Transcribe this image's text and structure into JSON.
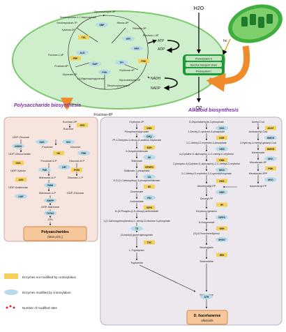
{
  "chloroplast": {
    "top_label": "H2O",
    "bottom_label": "O2",
    "light_label": "hv",
    "atp": "ATP",
    "adp": "ADP",
    "nadh": "NADH",
    "nadp": "NADP",
    "ps2": "Photosystem II",
    "etc": "Electron transport chain",
    "ps1": "Photosystem I",
    "cycle_metabolites": [
      "Glyceraldehyde-3P",
      "Sedoheptulose-1,7-bisphosphate",
      "Sedoheptulose-7P",
      "Xylulose-5P",
      "Ribose-5P",
      "Ribulose-5P",
      "Ribulose-1,5P",
      "Glycerate-3P",
      "1,3-Bisphosphoglycerate",
      "Fructose-1,6P",
      "Fructose-6P",
      "Erythrose-4P",
      "Glyceraldehyde-3P",
      "Dihydroxyacetone-P"
    ],
    "cycle_enzymes": [
      "TKL",
      "SBP",
      "RPI",
      "RPE",
      "PRK",
      "ALD",
      "PGK",
      "TPI",
      "FBP",
      "GAP"
    ]
  },
  "sections": {
    "poly_title": "Polysaccharide biosynthesis",
    "alk_title": "Alkaloid biosynthesis",
    "fructose6p": "Fructose-6P"
  },
  "poly": {
    "nodes": [
      "Sucrose-6P",
      "Sucrose",
      "UDP-Glucose",
      "Fructose",
      "Glucose",
      "UDP-Glucuronate",
      "Fructose-6-P",
      "Glucose-6-P",
      "UDP-Xylose",
      "Mannose-6-P",
      "Glucose-1-P",
      "UDP-Arabinose",
      "Mannose-1-P",
      "GDP-Glucose",
      "GDP-Mannose",
      "GTs"
    ],
    "enzymes": [
      "SPS",
      "SUS",
      "UGDH",
      "HK",
      "FRK",
      "INV",
      "UXS",
      "GPI",
      "PMI",
      "PGM",
      "PMM",
      "GMPP",
      "AXS",
      "UAE",
      "TUTA1"
    ],
    "box": "Polysaccharides",
    "box_sub": "(Man₃Glc₁)"
  },
  "alk": {
    "col1": [
      "Erythrose-4P",
      "Phosphoenolpyruvate",
      "7P-2-Dehydro-3-deoxy-D-arabino-heptonate",
      "3-Dehydroshikimate",
      "Shikimate",
      "Shikimate-3-phosphate",
      "5-O-(1-Carboxyvinyl)-3-phosphoshikimate",
      "Chorismate",
      "Anthranilate",
      "N-(5-Phospho-β-D-ribosyl)-anthranilate",
      "1-(2-Carboxyphenylamino)-1'-deoxy-D-ribulose 5-phosphate",
      "(3-Indolyl)-glycerolphosphate",
      "L-Tryptophan"
    ],
    "col1_enzymes": [
      "DHS",
      "DHQ",
      "SDH",
      "SK",
      "EPSPS",
      "CS",
      "AS",
      "PAI",
      "IGPS",
      "TS",
      "TDC"
    ],
    "col2": [
      "D-Glyceraldehyde-3-phosphate",
      "1-Deoxy-D-xylulose-5-phosphate",
      "2-C-Methyl-D-erythritol-4-phosphate",
      "4-(Cytidine-5'-diphospho)-2-C-methyl-D-erythritol",
      "2-phospho-4-(Cytidine-5'-diphospho)-2-C-methyl-D-erythritol",
      "2-C-Methyl-D-erythritol-2,4-cyclodiphosphate",
      "Dimethylallyl-PP",
      "Geranyl-PP",
      "8-hydroxy-geraniol",
      "8-Oxogeranial",
      "(S)-8-Oxocitronellylenol",
      "Secologanin",
      "Strictosidine"
    ],
    "col2_enzymes": [
      "DXS",
      "DXR",
      "CMS",
      "CMK",
      "MCS",
      "HDS",
      "HDR",
      "IPI",
      "GPPS",
      "G8H",
      "8HGO",
      "IRIS",
      "STR"
    ],
    "col3": [
      "Acetyl-CoA",
      "Acetoacetyl-CoA",
      "3-Hydroxy-3-methyl-glutaryl-CoA",
      "Mevalonate",
      "Mevalonate-5P",
      "Mevalonate-5PP",
      "Isopentenyl-PP"
    ],
    "col3_enzymes": [
      "ACAT",
      "HMGS",
      "HMGR",
      "MVK",
      "PMK",
      "MVD"
    ],
    "tryptamine": "Tryptamine",
    "box": "D. huoshanense",
    "box_sub": "alkaloids"
  },
  "legend": [
    {
      "label": "Enzymes not modified by crotonylation",
      "swatch": "#f3d15c"
    },
    {
      "label": "Enzymes modified by crotonylation",
      "swatch": "#b7dbe8"
    },
    {
      "label": "Number of modified sites",
      "swatch": "#d9241f"
    }
  ],
  "colors": {
    "chloroplast_fill": "#cfeecb",
    "chloroplast_stroke": "#7cc96c",
    "thylakoid": "#1f9a3a",
    "poly_bg": "#f6e5de",
    "alk_bg": "#ece8ee",
    "enzyme_yellow": "#f3d15c",
    "enzyme_blue": "#b7dbe8",
    "arrow_orange": "#f08a2a",
    "title_purple": "#7a2aa8",
    "site_red": "#d9241f"
  }
}
